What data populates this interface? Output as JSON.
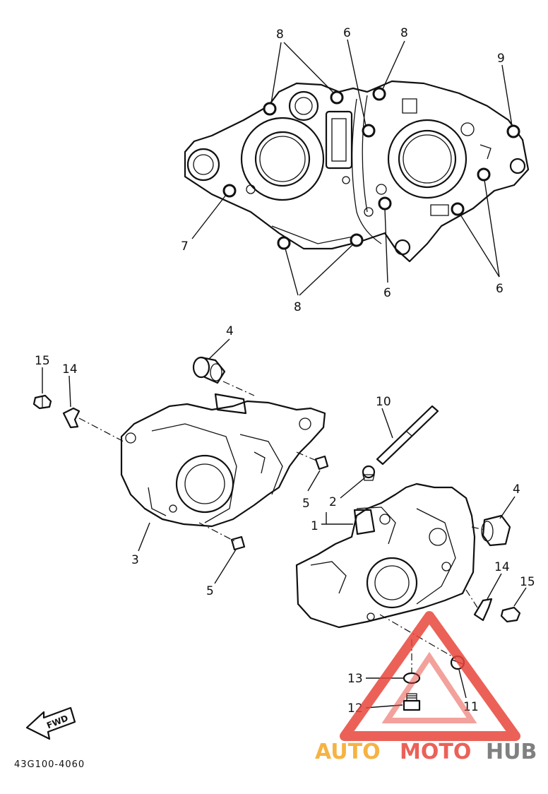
{
  "callouts": {
    "c8a": "8",
    "c6a": "6",
    "c8b": "8",
    "c9": "9",
    "c7": "7",
    "c8c": "8",
    "c6b": "6",
    "c6c": "6",
    "c4a": "4",
    "c15a": "15",
    "c14a": "14",
    "c10": "10",
    "c5a": "5",
    "c2": "2",
    "c1": "1",
    "c4b": "4",
    "c3": "3",
    "c5b": "5",
    "c14b": "14",
    "c15b": "15",
    "c13": "13",
    "c12": "12",
    "c11": "11"
  },
  "fwd_label": "FWD",
  "part_code": "43G100-4060",
  "watermark": {
    "w1": "AUTO",
    "w2": "MOTO",
    "w3": "HUB"
  },
  "colors": {
    "ink": "#111111",
    "wm_orange": "#f5a623",
    "wm_red": "#e8463c",
    "wm_gray": "#6b6b6b"
  }
}
